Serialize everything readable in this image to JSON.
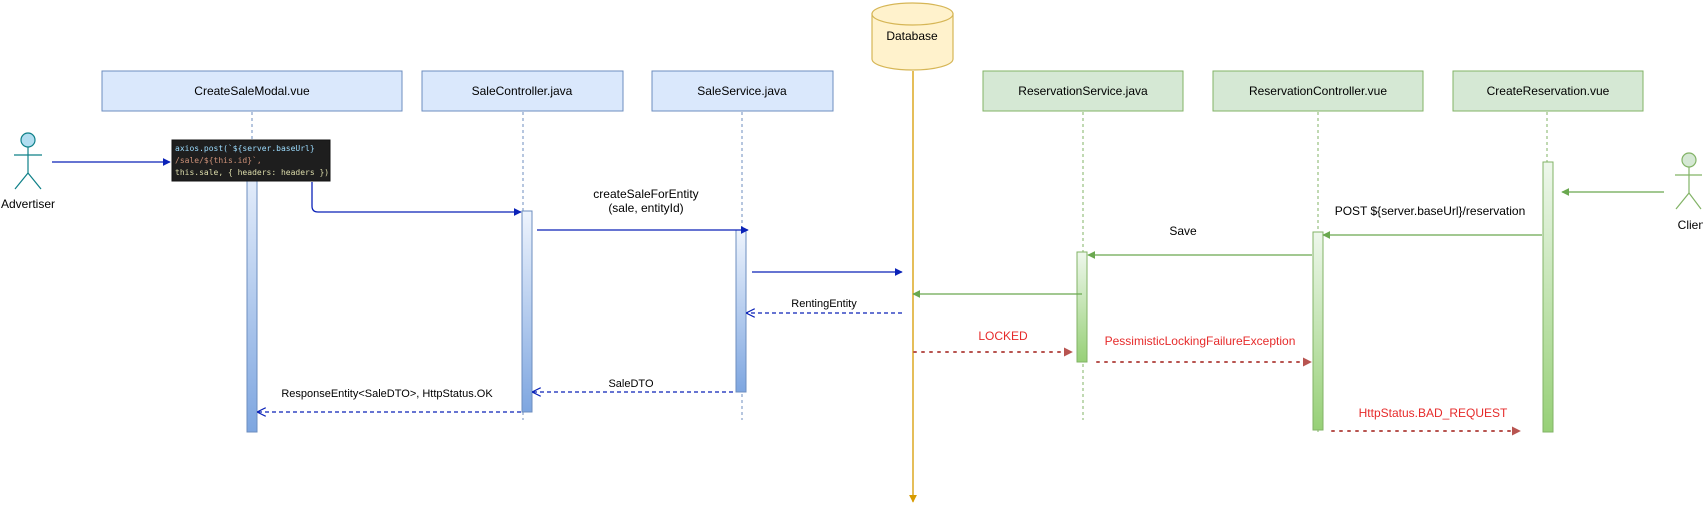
{
  "participants": {
    "create_sale_modal": "CreateSaleModal.vue",
    "sale_controller": "SaleController.java",
    "sale_service": "SaleService.java",
    "database": "Database",
    "reservation_service": "ReservationService.java",
    "reservation_controller": "ReservationController.vue",
    "create_reservation": "CreateReservation.vue"
  },
  "actors": {
    "advertiser": "Advertiser",
    "client": "Client"
  },
  "code_snippet": {
    "line1_a": "axios.post(`${server.baseUrl}",
    "line2_a": "/sale/${this.id}`,",
    "line3_a": "this.sale, { headers: headers })"
  },
  "messages": {
    "create_sale_for_entity_1": "createSaleForEntity",
    "create_sale_for_entity_2": "(sale, entityId)",
    "renting_entity": "RentingEntity",
    "sale_dto": "SaleDTO",
    "response_entity": "ResponseEntity<SaleDTO>, HttpStatus.OK",
    "post_reservation": "POST ${server.baseUrl}/reservation",
    "save": "Save",
    "locked": "LOCKED",
    "pessimistic": "PessimisticLockingFailureException",
    "bad_request": "HttpStatus.BAD_REQUEST"
  },
  "colors": {
    "sale_fill": "#dae8fc",
    "sale_stroke": "#6c8ebf",
    "reservation_fill": "#d5e8d4",
    "reservation_stroke": "#82b366",
    "database_fill": "#fff2cc",
    "database_stroke": "#d6b656",
    "blue_arrow": "#0b22b8",
    "green_arrow": "#6aa84f",
    "red_arrow": "#b85450",
    "error_text": "#e62b2b",
    "lifeline_orange": "#d79b00"
  }
}
